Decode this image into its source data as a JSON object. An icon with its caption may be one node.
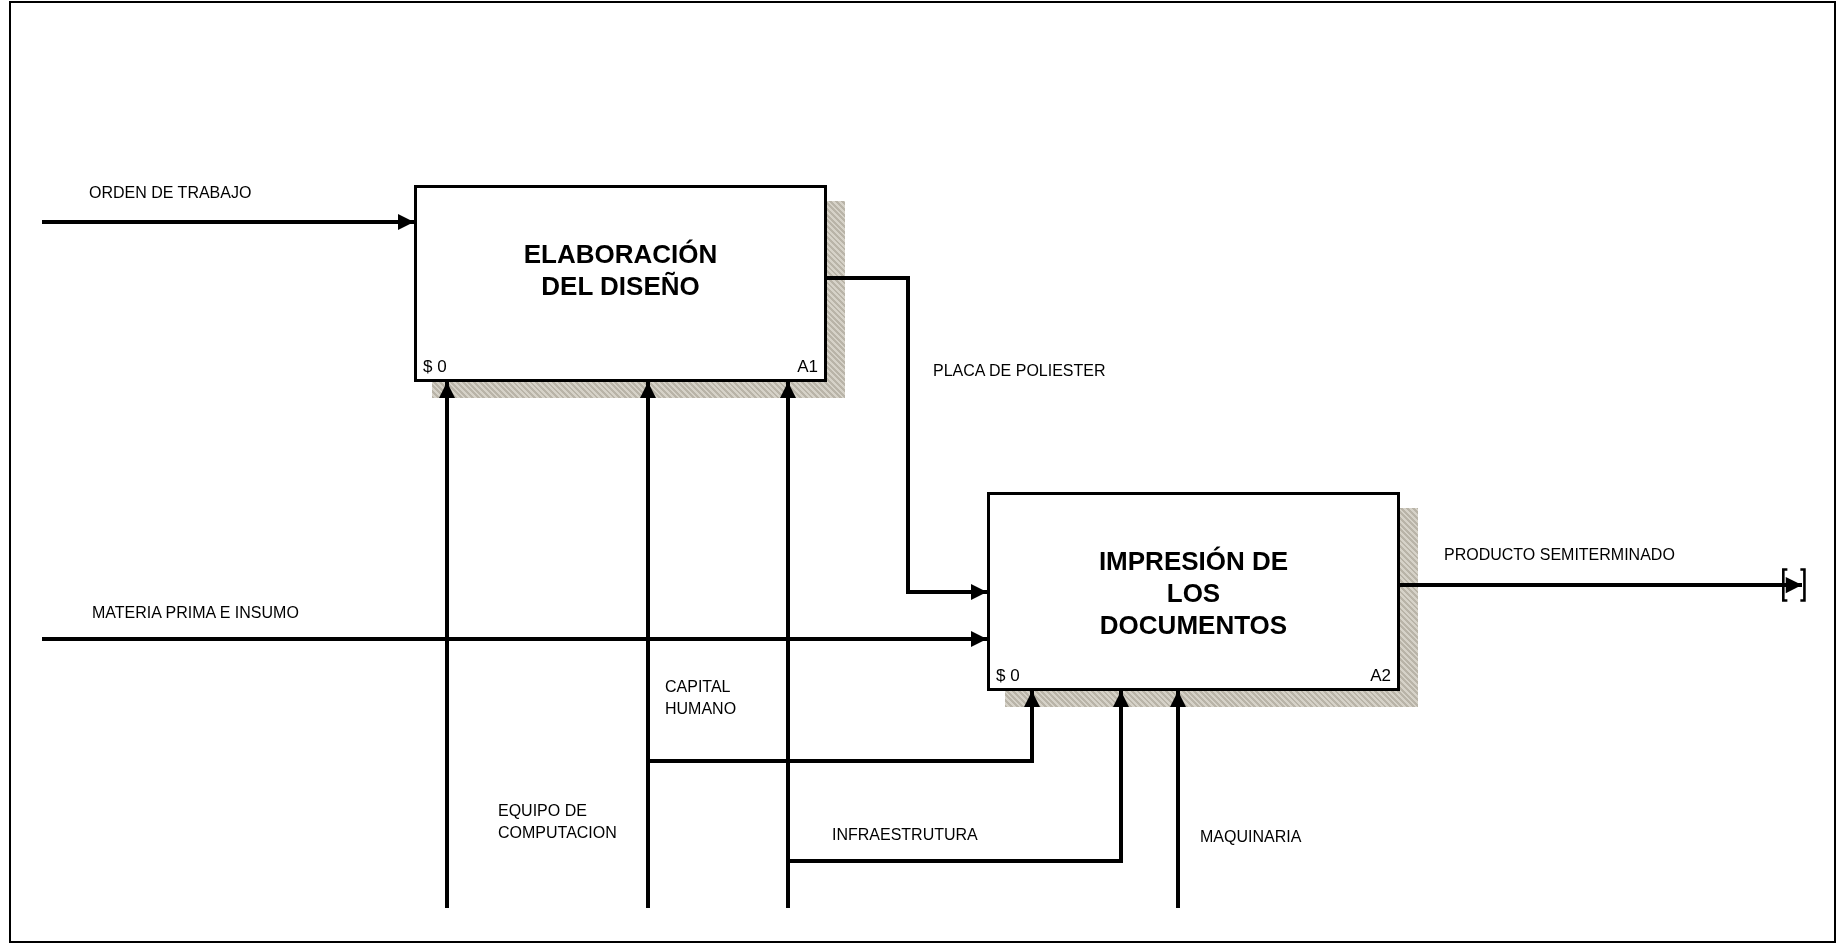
{
  "diagram": {
    "nodes": [
      {
        "text": [
          "ELABORACIÓN DEL DISEÑO",
          "$ 0",
          "A1"
        ]
      },
      {
        "text": [
          "IMPRESIÓN DE LOS DOCUMENTOS",
          "$ 0",
          "A2"
        ]
      }
    ],
    "edges": [
      {
        "from": null,
        "to": 0,
        "arrow": "to",
        "label": "ORDEN DE TRABAJO"
      },
      {
        "from": 0,
        "to": 1,
        "arrow": "to",
        "label": "PLACA DE POLIESTER"
      },
      {
        "from": null,
        "to": 1,
        "arrow": "to",
        "label": "MATERIA PRIMA E INSUMO"
      },
      {
        "from": 1,
        "to": null,
        "arrow": "to",
        "label": "PRODUCTO SEMITERMINADO"
      },
      {
        "from": null,
        "to": 0,
        "arrow": "to",
        "label": "EQUIPO DE COMPUTACION"
      },
      {
        "from": null,
        "to": 0,
        "arrow": "to",
        "label": "CAPITAL HUMANO"
      },
      {
        "from": null,
        "to": 1,
        "arrow": "to"
      },
      {
        "from": null,
        "to": 0,
        "arrow": "to"
      },
      {
        "from": null,
        "to": 1,
        "arrow": "to",
        "label": "INFRAESTRUTURA"
      },
      {
        "from": null,
        "to": 1,
        "arrow": "to",
        "label": "MAQUINARIA"
      }
    ]
  }
}
